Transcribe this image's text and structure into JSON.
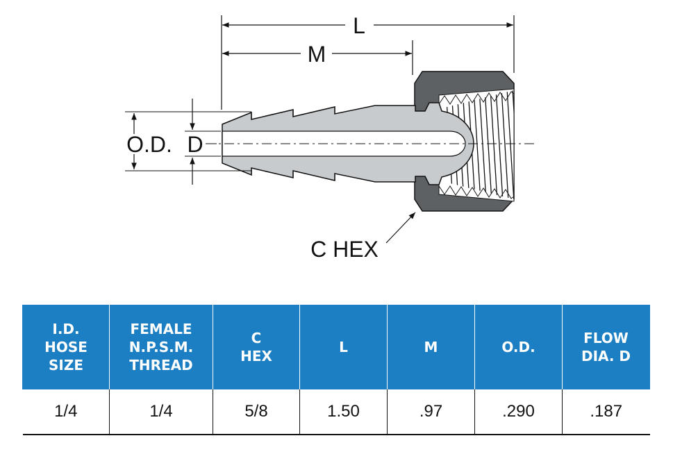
{
  "drawing": {
    "labels": {
      "L": "L",
      "M": "M",
      "OD": "O.D.",
      "D": "D",
      "C_HEX": "C HEX"
    },
    "colors": {
      "body": "#c8cbce",
      "nut": "#5e6164",
      "thread": "#ffffff",
      "line": "#111111"
    }
  },
  "table": {
    "header_color": "#1d7fc3",
    "columns": [
      "I.D.\nHOSE\nSIZE",
      "FEMALE\nN.P.S.M.\nTHREAD",
      "C\nHEX",
      "L",
      "M",
      "O.D.",
      "FLOW\nDIA. D"
    ],
    "rows": [
      [
        "1/4",
        "1/4",
        "5/8",
        "1.50",
        ".97",
        ".290",
        ".187"
      ]
    ]
  }
}
